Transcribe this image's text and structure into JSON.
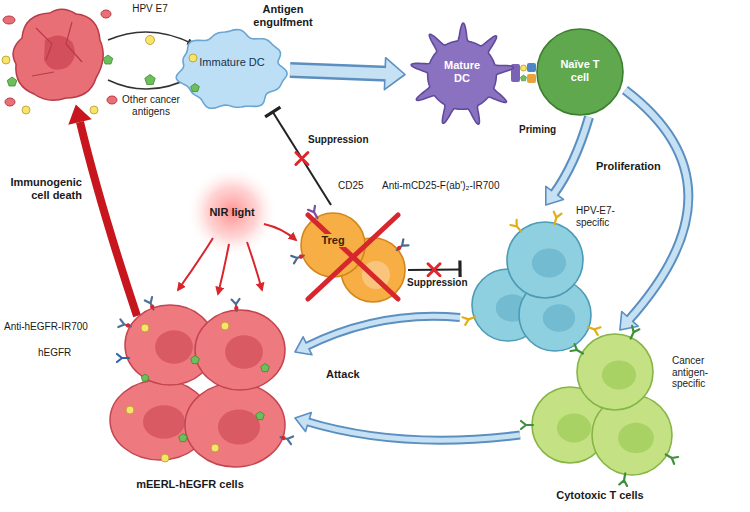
{
  "diagram": {
    "nodes": [
      {
        "text": [
          "Immature DC"
        ]
      },
      {
        "text": [
          "Mature DC"
        ]
      },
      {
        "text": [
          "Naïve T cell"
        ]
      },
      {
        "text": [
          "Treg"
        ]
      },
      {
        "text": [
          "HPV-E7-specific"
        ]
      },
      {
        "text": [
          "Cancer antigen-specific"
        ]
      },
      {
        "text": [
          "mEERL-hEGFR cells"
        ]
      }
    ],
    "edges": [
      {
        "from": 0,
        "to": 1,
        "arrow": "to"
      },
      {
        "from": 3,
        "to": 0,
        "label": "Suppression",
        "arrow": "to"
      },
      {
        "from": 3,
        "to": 4,
        "label": "Suppression",
        "arrow": "to"
      },
      {
        "from": 2,
        "to": 4,
        "arrow": "to"
      },
      {
        "from": 2,
        "to": 5,
        "label": "Proliferation",
        "arrow": "to"
      },
      {
        "from": 4,
        "to": 6,
        "label": "Attack",
        "arrow": "to"
      },
      {
        "from": 5,
        "to": 6,
        "arrow": "to"
      }
    ],
    "labels": [
      "HPV E7",
      "Antigen engulfment",
      "Other cancer antigens",
      "Priming",
      "NIR light",
      "CD25",
      "Anti-mCD25-F(ab')₂-IR700",
      "Immunogenic cell death",
      "Anti-hEGFR-IR700",
      "hEGFR",
      "Cytotoxic T cells"
    ]
  }
}
